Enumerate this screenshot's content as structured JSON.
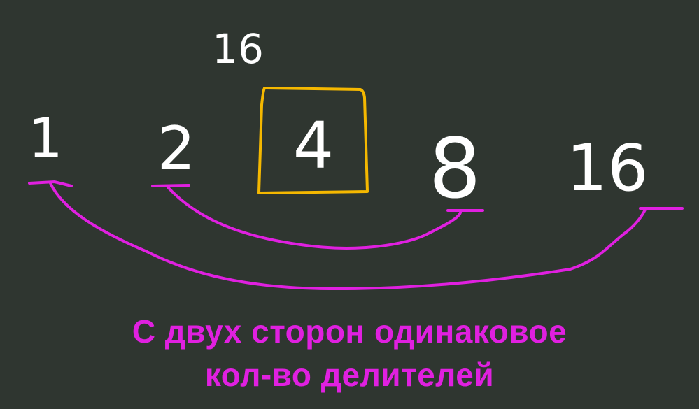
{
  "number": "16",
  "divisors": [
    "1",
    "2",
    "4",
    "8",
    "16"
  ],
  "highlighted_divisor": "4",
  "pairs": [
    [
      "1",
      "16"
    ],
    [
      "2",
      "8"
    ]
  ],
  "caption": {
    "line1": "С двух сторон одинаковое",
    "line2": "кол-во делителей"
  },
  "colors": {
    "background": "#2f3630",
    "chalk": "#ffffff",
    "highlight_box": "#f5b800",
    "arc": "#e020e0",
    "caption": "#e020e0"
  }
}
